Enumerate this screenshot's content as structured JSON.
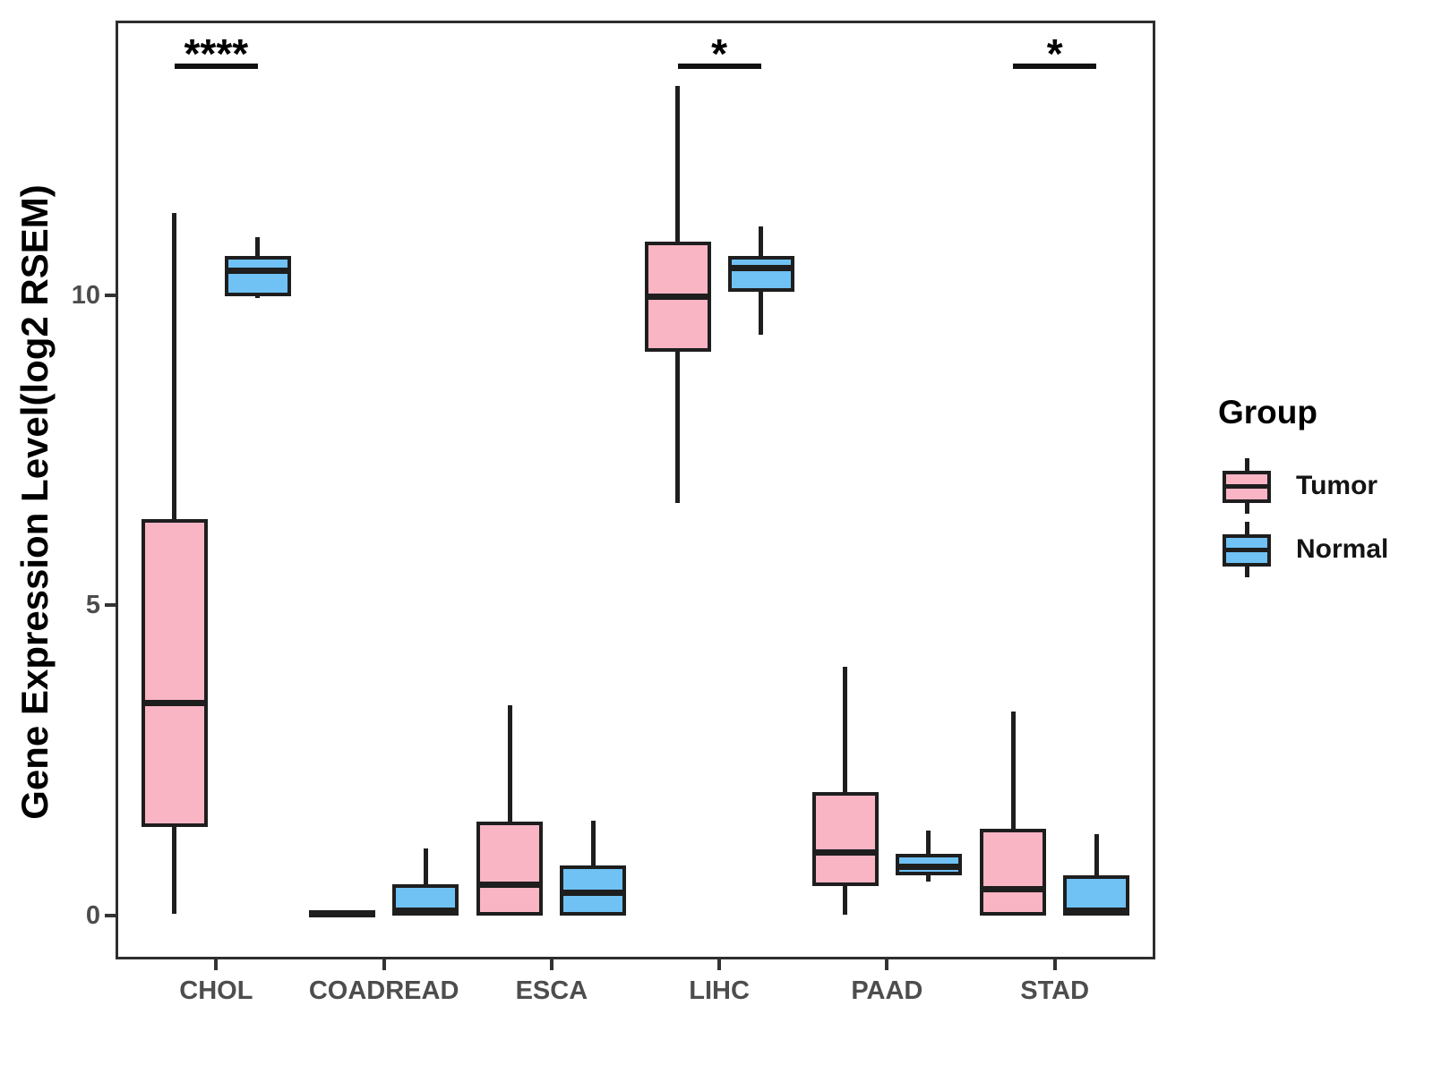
{
  "chart_data": {
    "type": "boxplot",
    "title": "",
    "ylabel": "Gene Expression Level(log2 RSEM)",
    "xlabel": "",
    "ylim": [
      -0.71,
      14.43
    ],
    "yticks": [
      0,
      5,
      10
    ],
    "ytick_labels": [
      "0",
      "5",
      "10"
    ],
    "grid": false,
    "legend_title": "Group",
    "legend_position": "right-center",
    "categories": [
      "CHOL",
      "COADREAD",
      "ESCA",
      "LIHC",
      "PAAD",
      "STAD"
    ],
    "series": [
      {
        "name": "Tumor",
        "fill": "#FAB5C5",
        "boxes": [
          {
            "category": "CHOL",
            "low": 0.03,
            "q1": 1.46,
            "median": 3.43,
            "q3": 6.36,
            "high": 11.33
          },
          {
            "category": "COADREAD",
            "low": 0.0,
            "q1": 0.0,
            "median": 0.02,
            "q3": 0.05,
            "high": 0.05
          },
          {
            "category": "ESCA",
            "low": 0.0,
            "q1": 0.02,
            "median": 0.5,
            "q3": 1.49,
            "high": 3.39
          },
          {
            "category": "LIHC",
            "low": 6.65,
            "q1": 9.12,
            "median": 9.98,
            "q3": 10.84,
            "high": 13.38
          },
          {
            "category": "PAAD",
            "low": 0.01,
            "q1": 0.5,
            "median": 1.01,
            "q3": 1.96,
            "high": 4.01
          },
          {
            "category": "STAD",
            "low": 0.0,
            "q1": 0.02,
            "median": 0.43,
            "q3": 1.37,
            "high": 3.29
          }
        ]
      },
      {
        "name": "Normal",
        "fill": "#70C1F4",
        "boxes": [
          {
            "category": "CHOL",
            "low": 9.96,
            "q1": 10.01,
            "median": 10.39,
            "q3": 10.6,
            "high": 10.94
          },
          {
            "category": "COADREAD",
            "low": 0.0,
            "q1": 0.02,
            "median": 0.07,
            "q3": 0.48,
            "high": 1.08
          },
          {
            "category": "ESCA",
            "low": 0.0,
            "q1": 0.02,
            "median": 0.36,
            "q3": 0.78,
            "high": 1.53
          },
          {
            "category": "LIHC",
            "low": 9.36,
            "q1": 10.08,
            "median": 10.44,
            "q3": 10.6,
            "high": 11.11
          },
          {
            "category": "PAAD",
            "low": 0.55,
            "q1": 0.68,
            "median": 0.78,
            "q3": 0.97,
            "high": 1.37
          },
          {
            "category": "STAD",
            "low": 0.0,
            "q1": 0.02,
            "median": 0.07,
            "q3": 0.62,
            "high": 1.31
          }
        ]
      }
    ],
    "significance": [
      {
        "category": "CHOL",
        "label": "****"
      },
      {
        "category": "LIHC",
        "label": "*"
      },
      {
        "category": "STAD",
        "label": "*"
      }
    ],
    "colors": {
      "tumor_fill": "#FAB5C5",
      "normal_fill": "#70C1F4",
      "line": "#1E1E1E",
      "tick_label": "#4D4D4D",
      "panel_border": "#2E2E2E"
    }
  }
}
